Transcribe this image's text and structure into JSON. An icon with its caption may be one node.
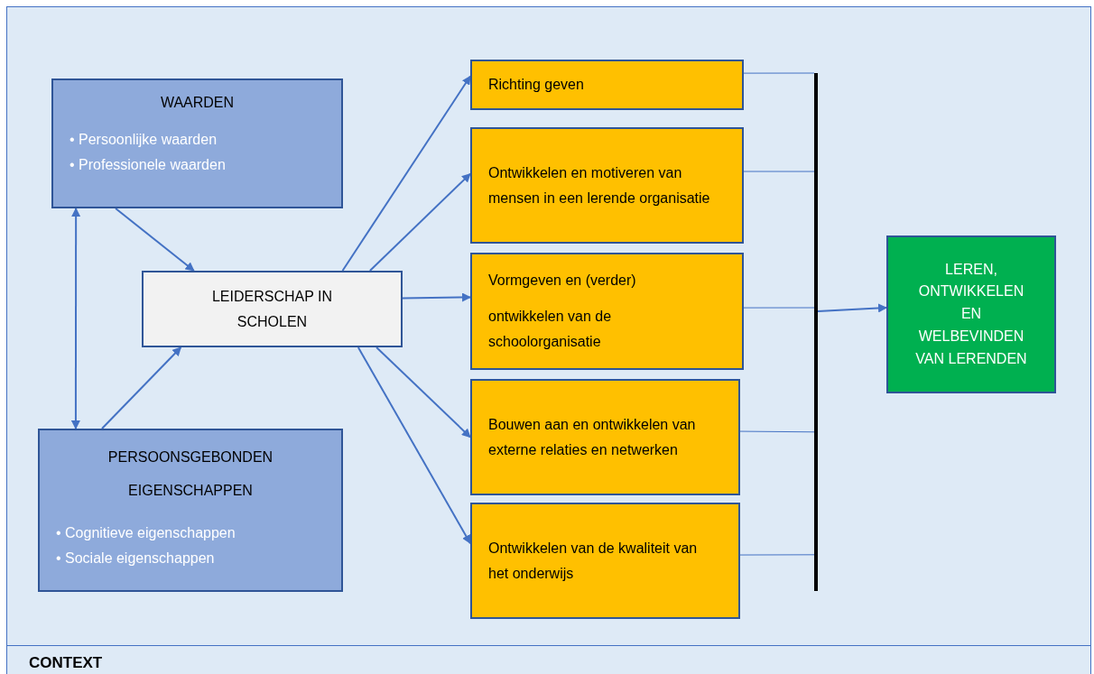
{
  "diagram": {
    "nodes": [
      {
        "text": [
          "CONTEXT"
        ]
      },
      {
        "text": [
          "WAARDEN",
          "• Persoonlijke waarden",
          "• Professionele waarden"
        ],
        "in": 0
      },
      {
        "text": [
          "LEIDERSCHAP IN SCHOLEN"
        ],
        "in": 0
      },
      {
        "text": [
          "PERSOONSGEBONDEN EIGENSCHAPPEN",
          "• Cognitieve eigenschappen",
          "• Sociale eigenschappen"
        ],
        "in": 0
      },
      {
        "text": [
          "Richting geven"
        ],
        "in": 0
      },
      {
        "text": [
          "Ontwikkelen en motiveren van mensen in een lerende organisatie"
        ],
        "in": 0
      },
      {
        "text": [
          "Vormgeven en (verder)",
          "ontwikkelen van de schoolorganisatie"
        ],
        "in": 0
      },
      {
        "text": [
          "Bouwen aan en ontwikkelen van externe relaties en netwerken"
        ],
        "in": 0
      },
      {
        "text": [
          "Ontwikkelen van de kwaliteit van het onderwijs"
        ],
        "in": 0
      },
      {
        "text": [],
        "shape": "bar",
        "in": 0
      },
      {
        "text": [
          "LEREN, ONTWIKKELEN EN WELBEVINDEN VAN LERENDEN"
        ],
        "in": 0
      }
    ],
    "edges": [
      {
        "from": 1,
        "to": 2,
        "arrow": "to"
      },
      {
        "from": 3,
        "to": 2,
        "arrow": "to"
      },
      {
        "from": 1,
        "to": 3,
        "arrow": "both"
      },
      {
        "from": 2,
        "to": 4,
        "arrow": "to"
      },
      {
        "from": 2,
        "to": 5,
        "arrow": "to"
      },
      {
        "from": 2,
        "to": 6,
        "arrow": "to"
      },
      {
        "from": 2,
        "to": 7,
        "arrow": "to"
      },
      {
        "from": 2,
        "to": 8,
        "arrow": "to"
      },
      {
        "from": 4,
        "to": 9,
        "arrow": "none"
      },
      {
        "from": 5,
        "to": 9,
        "arrow": "none"
      },
      {
        "from": 6,
        "to": 9,
        "arrow": "none"
      },
      {
        "from": 7,
        "to": 9,
        "arrow": "none"
      },
      {
        "from": 8,
        "to": 9,
        "arrow": "none"
      },
      {
        "from": 9,
        "to": 10,
        "arrow": "to"
      }
    ]
  }
}
